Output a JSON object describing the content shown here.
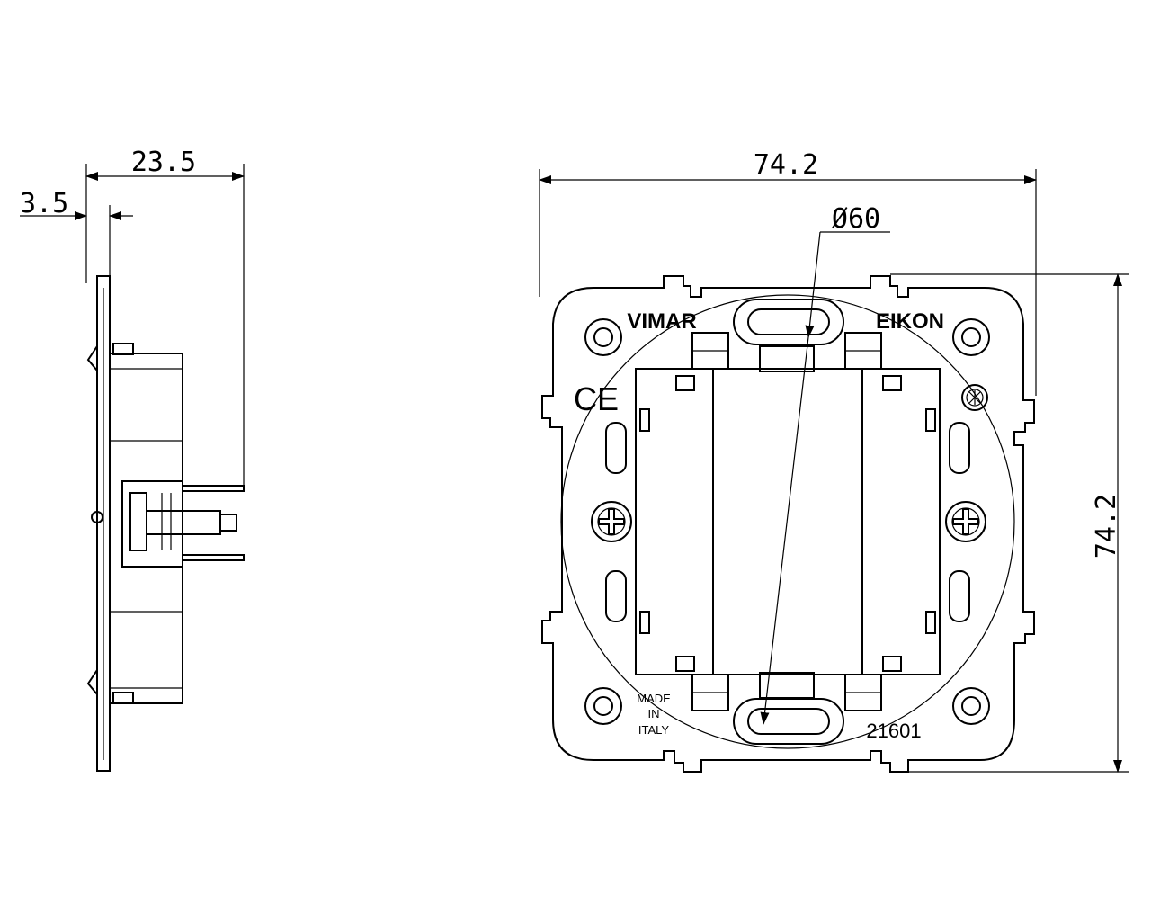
{
  "drawing": {
    "side_view": {
      "overall_depth": "23.5",
      "plate_offset": "3.5"
    },
    "front_view": {
      "width": "74.2",
      "height": "74.2",
      "diameter": "Ø60",
      "brand_left": "VIMAR",
      "brand_right": "EIKON",
      "ce_mark": "CE",
      "origin_line1": "MADE",
      "origin_line2": "IN",
      "origin_line3": "ITALY",
      "article_code": "21601"
    }
  }
}
